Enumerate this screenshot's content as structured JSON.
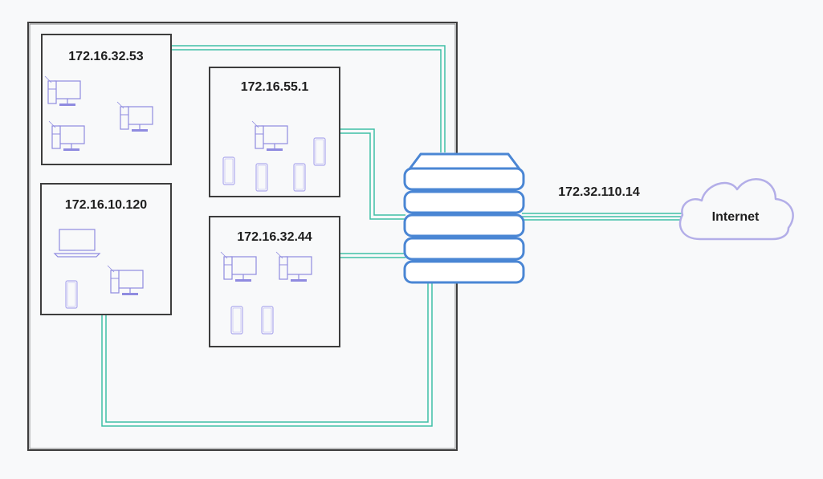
{
  "diagram": {
    "subnets": [
      {
        "label": "172.16.32.53"
      },
      {
        "label": "172.16.55.1"
      },
      {
        "label": "172.16.10.120"
      },
      {
        "label": "172.16.32.44"
      }
    ],
    "uplink": {
      "label": "172.32.110.14"
    },
    "cloud": {
      "label": "Internet"
    },
    "colors": {
      "outline": "#3d3d3d",
      "cable": "#3fbfa6",
      "server": "#4a86d4",
      "cloud": "#b3aee8",
      "device": "#8f8be0",
      "background": "#f8f9fa"
    }
  }
}
